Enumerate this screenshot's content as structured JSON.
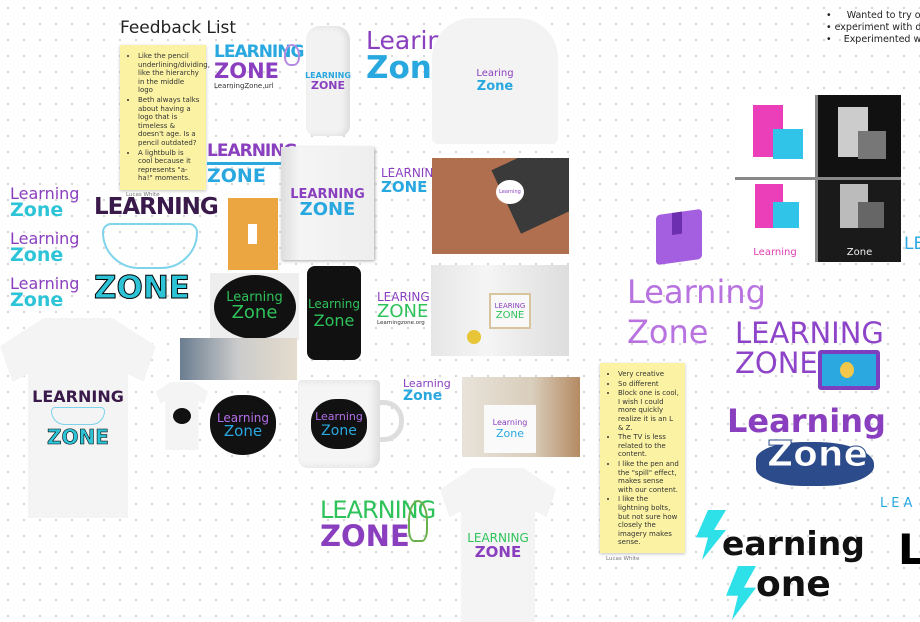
{
  "board": {
    "title": "Feedback List"
  },
  "sticky1": {
    "items": [
      "Like the pencil underlining/dividing, like the hierarchy in the middle logo",
      "Beth always talks about having a logo that is timeless & doesn't age. Is a pencil outdated?",
      "A lightbulb is cool because it represents \"a-ha!\" moments."
    ],
    "author": "Lucas White"
  },
  "sticky2": {
    "items": [
      "Very creative",
      "So different",
      "Block one is cool, I wish I could more quickly realize it is an L & Z.",
      "The TV is less related to the content.",
      "I like the pen and the \"spill\" effect, makes sense with our content.",
      "I like the lightning bolts, but not sure how closely the imagery makes sense."
    ],
    "author": "Lucas White"
  },
  "topright_notes": [
    "Wanted to try out",
    "experiment with diffe",
    "Experimented with"
  ],
  "logos": {
    "learning": "LEARNING",
    "zone": "ZONE",
    "learing": "LEARING",
    "url": "LearningZone.url",
    "org": "Learningzone.org",
    "learning_tc": "Learning",
    "zone_tc": "Zone",
    "learing_tc": "Learing",
    "lea_partial": "LEA",
    "le_partial": "LE",
    "l_partial": "L",
    "lightning_learning": "earning",
    "lightning_zone": "one"
  },
  "colors": {
    "purple": "#8a3fbf",
    "blue": "#29a8e0",
    "green": "#2ec25a",
    "sticky": "#fbf3a3"
  }
}
